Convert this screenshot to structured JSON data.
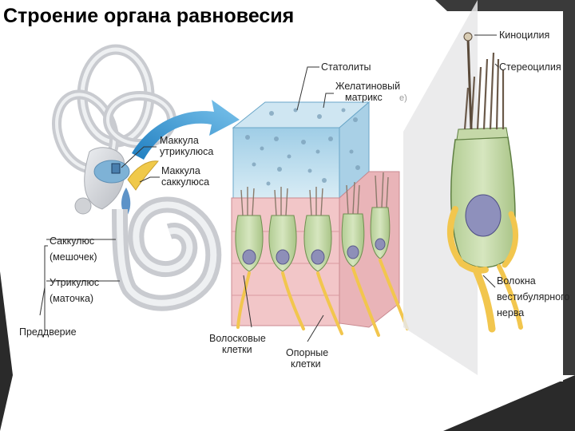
{
  "title": "Строение органа равновесия",
  "labels": {
    "kinocilia": "Киноцилия",
    "stereocilia": "Стереоцилия",
    "statoliths": "Статолиты",
    "gel_matrix_1": "Желатиновый",
    "gel_matrix_2": "матрикс",
    "gel_matrix_residual": "е)",
    "macula_utriculi_1": "Маккула",
    "macula_utriculi_2": "утрикулюса",
    "macula_sacculi_1": "Маккула",
    "macula_sacculi_2": "саккулюса",
    "sacculus_1": "Саккулюс",
    "sacculus_2": "(мешочек)",
    "utriculus_1": "Утрикулюс",
    "utriculus_2": "(маточка)",
    "vestibule": "Преддверие",
    "hair_cells_1": "Волосковые",
    "hair_cells_2": "клетки",
    "support_cells_1": "Опорные",
    "support_cells_2": "клетки",
    "nerve_fibers_1": "Волокна",
    "nerve_fibers_2": "вестибулярного",
    "nerve_fibers_3": "нерва"
  },
  "colors": {
    "bone": "#d4d6da",
    "gel": "#bcdcec",
    "tissue": "#f2c6c8",
    "cell": "#c9dbaf",
    "nerve": "#f2c64e",
    "arrow": "#3c9fd8",
    "frame": "#2a2a2a"
  }
}
